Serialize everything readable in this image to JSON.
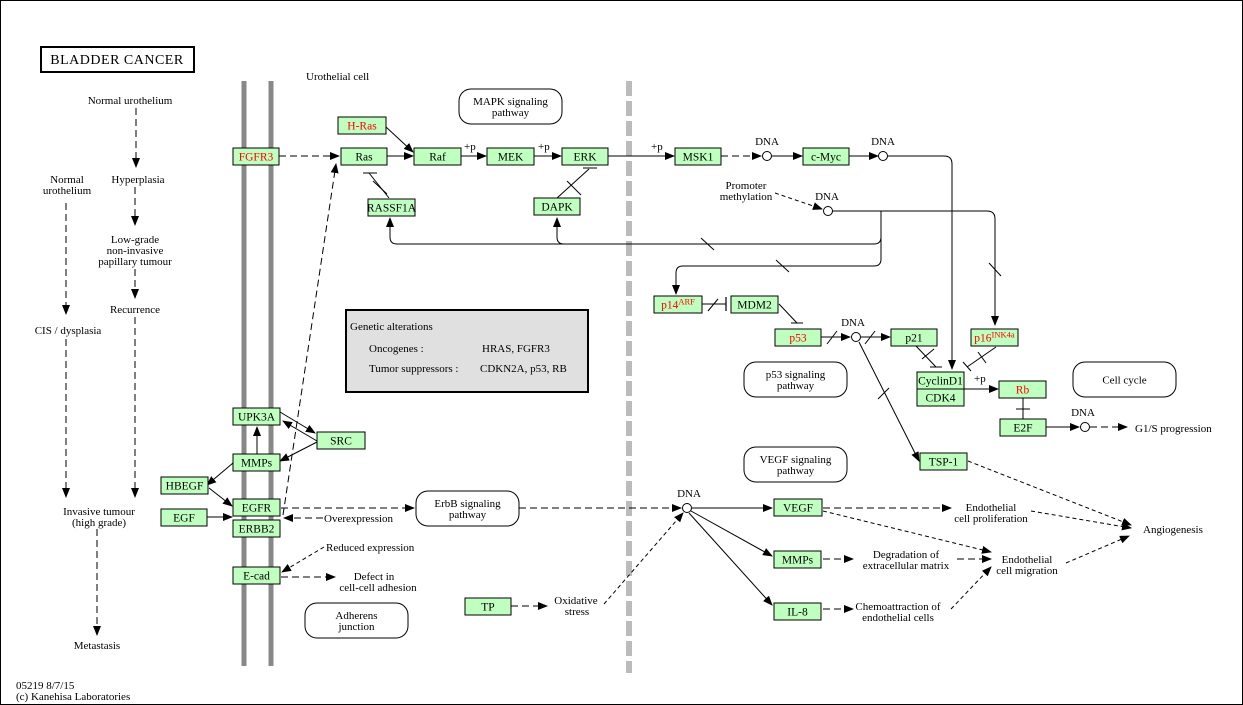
{
  "title": "BLADDER CANCER",
  "cell_label": "Urothelial cell",
  "footer": {
    "map_id_date": "05219 8/7/15",
    "copyright": "(c) Kanehisa Laboratories"
  },
  "colors": {
    "gene_fill": "#bfffbf",
    "mutated_text": "#ff0000",
    "normal_text": "#000000",
    "membrane": "#888888",
    "separator": "#bbbbbb"
  },
  "progression": {
    "normal_urothelium_1": "Normal urothelium",
    "hyperplasia": "Hyperplasia",
    "low_grade": [
      "Low-grade",
      "non-invasive",
      "papillary tumour"
    ],
    "recurrence": "Recurrence",
    "normal_urothelium_2": [
      "Normal",
      "urothelium"
    ],
    "cis": "CIS / dysplasia",
    "invasive": [
      "Invasive tumour",
      "(high grade)"
    ],
    "metastasis": "Metastasis"
  },
  "genes": [
    {
      "id": "fgfr3",
      "label": "FGFR3",
      "mutated": true
    },
    {
      "id": "h-ras",
      "label": "H-Ras",
      "mutated": true
    },
    {
      "id": "ras",
      "label": "Ras",
      "mutated": false
    },
    {
      "id": "raf",
      "label": "Raf",
      "mutated": false
    },
    {
      "id": "mek",
      "label": "MEK",
      "mutated": false
    },
    {
      "id": "erk",
      "label": "ERK",
      "mutated": false
    },
    {
      "id": "rassf1a",
      "label": "RASSF1A",
      "mutated": false
    },
    {
      "id": "dapk",
      "label": "DAPK",
      "mutated": false
    },
    {
      "id": "msk1",
      "label": "MSK1",
      "mutated": false
    },
    {
      "id": "c-myc",
      "label": "c-Myc",
      "mutated": false
    },
    {
      "id": "p14arf",
      "label": "p14",
      "sup": "ARF",
      "mutated": true
    },
    {
      "id": "mdm2",
      "label": "MDM2",
      "mutated": false
    },
    {
      "id": "p53",
      "label": "p53",
      "mutated": true
    },
    {
      "id": "p21",
      "label": "p21",
      "mutated": false
    },
    {
      "id": "p16ink4a",
      "label": "p16",
      "sup": "INK4a",
      "mutated": true
    },
    {
      "id": "cyclind1",
      "label": "CyclinD1",
      "mutated": false
    },
    {
      "id": "cdk4",
      "label": "CDK4",
      "mutated": false
    },
    {
      "id": "rb",
      "label": "Rb",
      "mutated": true
    },
    {
      "id": "e2f",
      "label": "E2F",
      "mutated": false
    },
    {
      "id": "tsp-1",
      "label": "TSP-1",
      "mutated": false
    },
    {
      "id": "upk3a",
      "label": "UPK3A",
      "mutated": false
    },
    {
      "id": "src",
      "label": "SRC",
      "mutated": false
    },
    {
      "id": "mmps-1",
      "label": "MMPs",
      "mutated": false
    },
    {
      "id": "hbegf",
      "label": "HBEGF",
      "mutated": false
    },
    {
      "id": "egfr",
      "label": "EGFR",
      "mutated": false
    },
    {
      "id": "egf",
      "label": "EGF",
      "mutated": false
    },
    {
      "id": "erbb2",
      "label": "ERBB2",
      "mutated": false
    },
    {
      "id": "e-cad",
      "label": "E-cad",
      "mutated": false
    },
    {
      "id": "tp",
      "label": "TP",
      "mutated": false
    },
    {
      "id": "vegf",
      "label": "VEGF",
      "mutated": false
    },
    {
      "id": "mmps-2",
      "label": "MMPs",
      "mutated": false
    },
    {
      "id": "il-8",
      "label": "IL-8",
      "mutated": false
    }
  ],
  "pathway_maps": [
    {
      "id": "mapk",
      "lines": [
        "MAPK signaling",
        "pathway"
      ]
    },
    {
      "id": "p53-path",
      "lines": [
        "p53 signaling",
        "pathway"
      ]
    },
    {
      "id": "cell-cycle",
      "lines": [
        "Cell cycle"
      ]
    },
    {
      "id": "vegf-path",
      "lines": [
        "VEGF signaling",
        "pathway"
      ]
    },
    {
      "id": "erbb",
      "lines": [
        "ErbB signaling",
        "pathway"
      ]
    },
    {
      "id": "adherens",
      "lines": [
        "Adherens",
        "junction"
      ]
    }
  ],
  "labels": {
    "plus_p": "+p",
    "dna": "DNA",
    "promoter_methylation": [
      "Promoter",
      "methylation"
    ],
    "overexpression": "Overexpression",
    "reduced_expression": "Reduced expression",
    "defect": [
      "Defect in",
      "cell-cell adhesion"
    ],
    "oxidative_stress": [
      "Oxidative",
      "stress"
    ],
    "g1s": "G1/S progression",
    "endo_prolif": [
      "Endothelial",
      "cell proliferation"
    ],
    "ecm": [
      "Degradation of",
      "extracellular matrix"
    ],
    "chemo": [
      "Chemoattraction of",
      "endothelial cells"
    ],
    "endo_migr": [
      "Endothelial",
      "cell migration"
    ],
    "angiogenesis": "Angiogenesis"
  },
  "legend": {
    "heading": "Genetic alterations",
    "rows": [
      {
        "key": "Oncogenes :",
        "value": "HRAS, FGFR3"
      },
      {
        "key": "Tumor suppressors :",
        "value": "CDKN2A, p53, RB"
      }
    ]
  }
}
